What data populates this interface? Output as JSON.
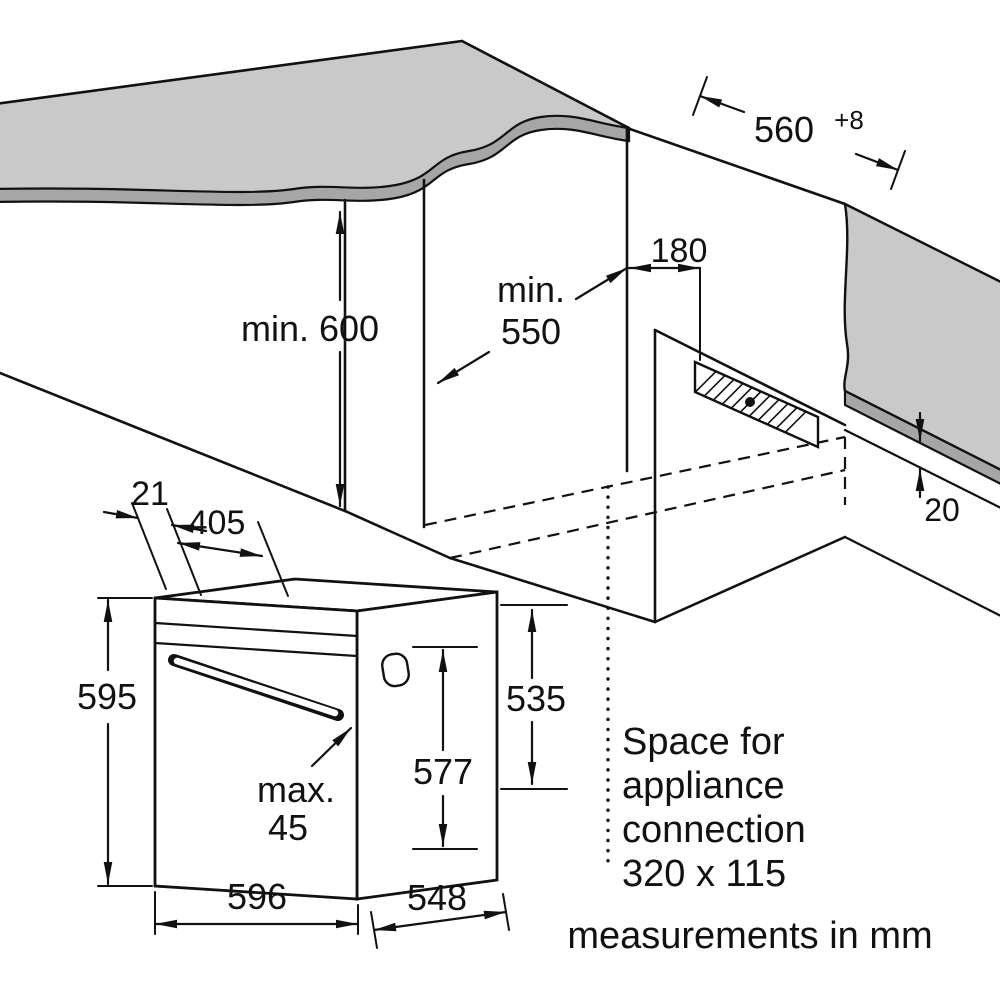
{
  "dims": {
    "w560": "560",
    "tol": "+8",
    "d180": "180",
    "min_label": "min.",
    "d550": "550",
    "min600": "min. 600",
    "d20": "20",
    "d21": "21",
    "d405": "405",
    "d595": "595",
    "d535": "535",
    "d577": "577",
    "max_label": "max.",
    "d45": "45",
    "d596": "596",
    "d548": "548"
  },
  "note": {
    "l1": "Space for",
    "l2": "appliance",
    "l3": "connection",
    "l4": "320 x 115"
  },
  "footer": "measurements in mm",
  "colors": {
    "surface_gray": "#c9c9c9",
    "edge_gray": "#a6a6a6",
    "line": "#111111"
  }
}
